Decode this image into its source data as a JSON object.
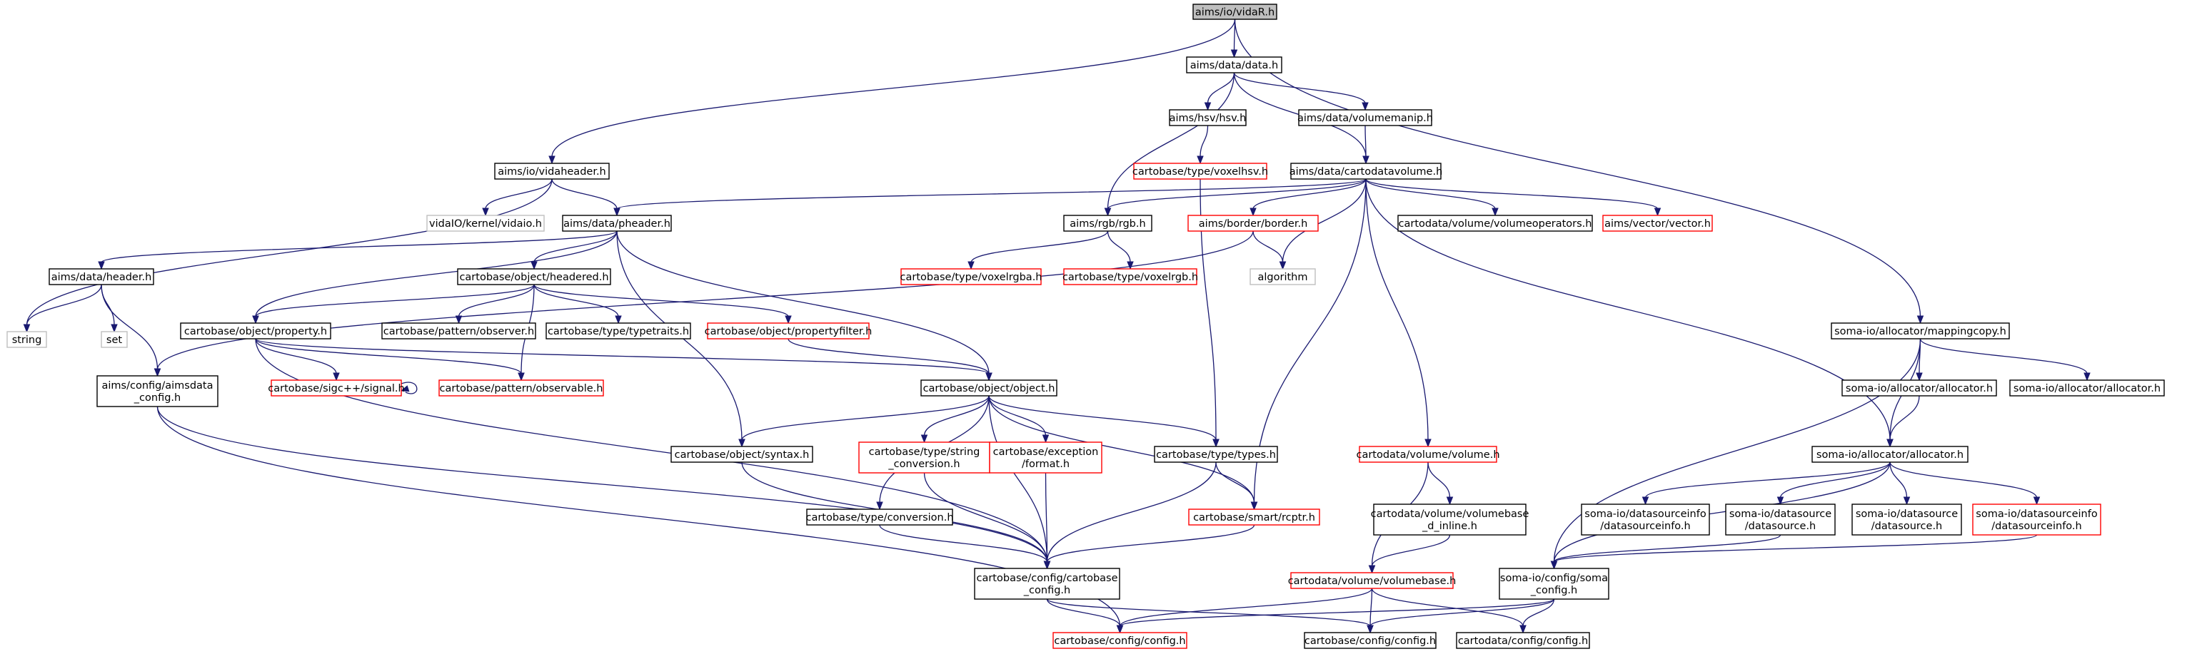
{
  "colors": {
    "edge": "#191970",
    "border_normal": "#000000",
    "border_truncated": "#ff0000",
    "border_external": "#bfbfbf",
    "fill_root": "#bfbfbf",
    "fill_normal": "#ffffff",
    "text": "#000000"
  },
  "nodes": [
    {
      "id": "vidaR",
      "lines": [
        "aims/io/vidaR.h"
      ],
      "kind": "root"
    },
    {
      "id": "data",
      "lines": [
        "aims/data/data.h"
      ],
      "kind": "normal"
    },
    {
      "id": "vidaheader",
      "lines": [
        "aims/io/vidaheader.h"
      ],
      "kind": "normal"
    },
    {
      "id": "hsv",
      "lines": [
        "aims/hsv/hsv.h"
      ],
      "kind": "normal"
    },
    {
      "id": "volumemanip",
      "lines": [
        "aims/data/volumemanip.h"
      ],
      "kind": "normal"
    },
    {
      "id": "voxelhsv",
      "lines": [
        "cartobase/type/voxelhsv.h"
      ],
      "kind": "truncated"
    },
    {
      "id": "cartodatavolume",
      "lines": [
        "aims/data/cartodatavolume.h"
      ],
      "kind": "normal"
    },
    {
      "id": "vidaio",
      "lines": [
        "vidaIO/kernel/vidaio.h"
      ],
      "kind": "external"
    },
    {
      "id": "pheader",
      "lines": [
        "aims/data/pheader.h"
      ],
      "kind": "normal"
    },
    {
      "id": "rgb",
      "lines": [
        "aims/rgb/rgb.h"
      ],
      "kind": "normal"
    },
    {
      "id": "border",
      "lines": [
        "aims/border/border.h"
      ],
      "kind": "truncated"
    },
    {
      "id": "volumeoperators",
      "lines": [
        "cartodata/volume/volumeoperators.h"
      ],
      "kind": "normal"
    },
    {
      "id": "vector",
      "lines": [
        "aims/vector/vector.h"
      ],
      "kind": "truncated"
    },
    {
      "id": "header",
      "lines": [
        "aims/data/header.h"
      ],
      "kind": "normal"
    },
    {
      "id": "headered",
      "lines": [
        "cartobase/object/headered.h"
      ],
      "kind": "normal"
    },
    {
      "id": "voxelrgba",
      "lines": [
        "cartobase/type/voxelrgba.h"
      ],
      "kind": "truncated"
    },
    {
      "id": "voxelrgb",
      "lines": [
        "cartobase/type/voxelrgb.h"
      ],
      "kind": "truncated"
    },
    {
      "id": "algorithm",
      "lines": [
        "algorithm"
      ],
      "kind": "external"
    },
    {
      "id": "string",
      "lines": [
        "string"
      ],
      "kind": "external"
    },
    {
      "id": "set",
      "lines": [
        "set"
      ],
      "kind": "external"
    },
    {
      "id": "property",
      "lines": [
        "cartobase/object/property.h"
      ],
      "kind": "normal"
    },
    {
      "id": "observer",
      "lines": [
        "cartobase/pattern/observer.h"
      ],
      "kind": "normal"
    },
    {
      "id": "typetraits",
      "lines": [
        "cartobase/type/typetraits.h"
      ],
      "kind": "normal"
    },
    {
      "id": "propertyfilter",
      "lines": [
        "cartobase/object/propertyfilter.h"
      ],
      "kind": "truncated"
    },
    {
      "id": "aimsdata_config",
      "lines": [
        "aims/config/aimsdata",
        "_config.h"
      ],
      "kind": "normal"
    },
    {
      "id": "signal",
      "lines": [
        "cartobase/sigc++/signal.h"
      ],
      "kind": "truncated"
    },
    {
      "id": "observable",
      "lines": [
        "cartobase/pattern/observable.h"
      ],
      "kind": "truncated"
    },
    {
      "id": "object",
      "lines": [
        "cartobase/object/object.h"
      ],
      "kind": "normal"
    },
    {
      "id": "mappingcopy",
      "lines": [
        "soma-io/allocator/mappingcopy.h"
      ],
      "kind": "normal"
    },
    {
      "id": "allocator_h1",
      "lines": [
        "soma-io/allocator/allocator.h"
      ],
      "kind": "normal"
    },
    {
      "id": "allocator_h2",
      "lines": [
        "soma-io/allocator/allocator.h"
      ],
      "kind": "normal"
    },
    {
      "id": "syntax",
      "lines": [
        "cartobase/object/syntax.h"
      ],
      "kind": "normal"
    },
    {
      "id": "string_conversion",
      "lines": [
        "cartobase/type/string",
        "_conversion.h"
      ],
      "kind": "truncated"
    },
    {
      "id": "format",
      "lines": [
        "cartobase/exception",
        "/format.h"
      ],
      "kind": "truncated"
    },
    {
      "id": "types",
      "lines": [
        "cartobase/type/types.h"
      ],
      "kind": "normal"
    },
    {
      "id": "volume",
      "lines": [
        "cartodata/volume/volume.h"
      ],
      "kind": "truncated"
    },
    {
      "id": "allocator_main",
      "lines": [
        "soma-io/allocator/allocator.h"
      ],
      "kind": "normal"
    },
    {
      "id": "conversion",
      "lines": [
        "cartobase/type/conversion.h"
      ],
      "kind": "normal"
    },
    {
      "id": "rcptr",
      "lines": [
        "cartobase/smart/rcptr.h"
      ],
      "kind": "truncated"
    },
    {
      "id": "volumebase_inline",
      "lines": [
        "cartodata/volume/volumebase",
        "_d_inline.h"
      ],
      "kind": "normal"
    },
    {
      "id": "dsi_black",
      "lines": [
        "soma-io/datasourceinfo",
        "/datasourceinfo.h"
      ],
      "kind": "normal"
    },
    {
      "id": "ds_1",
      "lines": [
        "soma-io/datasource",
        "/datasource.h"
      ],
      "kind": "normal"
    },
    {
      "id": "ds_2",
      "lines": [
        "soma-io/datasource",
        "/datasource.h"
      ],
      "kind": "normal"
    },
    {
      "id": "dsi_red",
      "lines": [
        "soma-io/datasourceinfo",
        "/datasourceinfo.h"
      ],
      "kind": "truncated"
    },
    {
      "id": "cartobase_config",
      "lines": [
        "cartobase/config/cartobase",
        "_config.h"
      ],
      "kind": "normal"
    },
    {
      "id": "volumebase",
      "lines": [
        "cartodata/volume/volumebase.h"
      ],
      "kind": "truncated"
    },
    {
      "id": "soma_config",
      "lines": [
        "soma-io/config/soma",
        "_config.h"
      ],
      "kind": "normal"
    },
    {
      "id": "config_red",
      "lines": [
        "cartobase/config/config.h"
      ],
      "kind": "truncated"
    },
    {
      "id": "config_base",
      "lines": [
        "cartobase/config/config.h"
      ],
      "kind": "normal"
    },
    {
      "id": "config_data",
      "lines": [
        "cartodata/config/config.h"
      ],
      "kind": "normal"
    }
  ],
  "edges": [
    [
      "vidaR",
      "data"
    ],
    [
      "vidaR",
      "vidaheader"
    ],
    [
      "vidaR",
      "mappingcopy"
    ],
    [
      "data",
      "hsv"
    ],
    [
      "data",
      "volumemanip"
    ],
    [
      "data",
      "cartodatavolume"
    ],
    [
      "data",
      "rgb"
    ],
    [
      "hsv",
      "voxelhsv"
    ],
    [
      "voxelhsv",
      "types"
    ],
    [
      "volumemanip",
      "cartodatavolume"
    ],
    [
      "vidaheader",
      "vidaio"
    ],
    [
      "vidaheader",
      "pheader"
    ],
    [
      "vidaheader",
      "string"
    ],
    [
      "cartodatavolume",
      "pheader"
    ],
    [
      "cartodatavolume",
      "rgb"
    ],
    [
      "cartodatavolume",
      "border"
    ],
    [
      "cartodatavolume",
      "volumeoperators"
    ],
    [
      "cartodatavolume",
      "vector"
    ],
    [
      "cartodatavolume",
      "algorithm"
    ],
    [
      "cartodatavolume",
      "rcptr"
    ],
    [
      "cartodatavolume",
      "volume"
    ],
    [
      "cartodatavolume",
      "allocator_main"
    ],
    [
      "pheader",
      "header"
    ],
    [
      "pheader",
      "headered"
    ],
    [
      "pheader",
      "property"
    ],
    [
      "pheader",
      "syntax"
    ],
    [
      "pheader",
      "object"
    ],
    [
      "rgb",
      "voxelrgba"
    ],
    [
      "rgb",
      "voxelrgb"
    ],
    [
      "border",
      "algorithm"
    ],
    [
      "border",
      "aimsdata_config"
    ],
    [
      "header",
      "string"
    ],
    [
      "header",
      "set"
    ],
    [
      "header",
      "aimsdata_config"
    ],
    [
      "headered",
      "property"
    ],
    [
      "headered",
      "observer"
    ],
    [
      "headered",
      "typetraits"
    ],
    [
      "headered",
      "propertyfilter"
    ],
    [
      "headered",
      "observable"
    ],
    [
      "propertyfilter",
      "object"
    ],
    [
      "property",
      "signal"
    ],
    [
      "property",
      "observable"
    ],
    [
      "property",
      "object"
    ],
    [
      "property",
      "cartobase_config"
    ],
    [
      "signal",
      "signal"
    ],
    [
      "aimsdata_config",
      "cartobase_config"
    ],
    [
      "aimsdata_config",
      "config_red"
    ],
    [
      "object",
      "syntax"
    ],
    [
      "object",
      "string_conversion"
    ],
    [
      "object",
      "format"
    ],
    [
      "object",
      "types"
    ],
    [
      "object",
      "rcptr"
    ],
    [
      "object",
      "conversion"
    ],
    [
      "object",
      "cartobase_config"
    ],
    [
      "syntax",
      "cartobase_config"
    ],
    [
      "string_conversion",
      "cartobase_config"
    ],
    [
      "format",
      "cartobase_config"
    ],
    [
      "types",
      "rcptr"
    ],
    [
      "types",
      "cartobase_config"
    ],
    [
      "conversion",
      "cartobase_config"
    ],
    [
      "rcptr",
      "cartobase_config"
    ],
    [
      "volume",
      "volumebase_inline"
    ],
    [
      "volume",
      "volumebase"
    ],
    [
      "volumebase_inline",
      "volumebase"
    ],
    [
      "mappingcopy",
      "allocator_h1"
    ],
    [
      "mappingcopy",
      "allocator_h2"
    ],
    [
      "mappingcopy",
      "allocator_main"
    ],
    [
      "mappingcopy",
      "soma_config"
    ],
    [
      "allocator_h1",
      "allocator_main"
    ],
    [
      "allocator_main",
      "dsi_black"
    ],
    [
      "allocator_main",
      "ds_1"
    ],
    [
      "allocator_main",
      "ds_2"
    ],
    [
      "allocator_main",
      "dsi_red"
    ],
    [
      "allocator_main",
      "soma_config"
    ],
    [
      "ds_1",
      "soma_config"
    ],
    [
      "dsi_red",
      "soma_config"
    ],
    [
      "cartobase_config",
      "config_red"
    ],
    [
      "cartobase_config",
      "config_base"
    ],
    [
      "volumebase",
      "config_red"
    ],
    [
      "volumebase",
      "config_base"
    ],
    [
      "volumebase",
      "config_data"
    ],
    [
      "soma_config",
      "config_red"
    ],
    [
      "soma_config",
      "config_base"
    ],
    [
      "soma_config",
      "config_data"
    ]
  ]
}
